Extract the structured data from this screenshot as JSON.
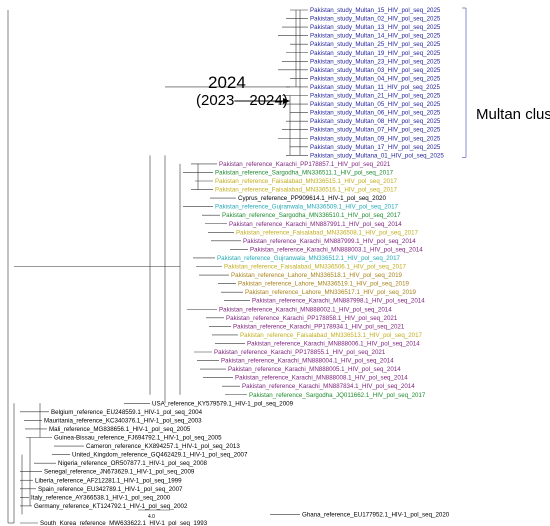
{
  "annotations": {
    "year": "2024",
    "range": "(2023—2024)",
    "cluster": "Multan cluster"
  },
  "scale_bar": {
    "label": "4.0"
  },
  "colors": {
    "multan": "#1f1f9a",
    "karachi": "#7a1f7a",
    "sargodha": "#1e8a2e",
    "faisalabad": "#c2ad1e",
    "gujranwala": "#22a8b8",
    "lahore": "#a8821a",
    "reference": "#000000"
  },
  "taxa": [
    {
      "label": "Pakistan_study_Multan_15_HIV_pol_seq_2025",
      "group": "multan"
    },
    {
      "label": "Pakistan_study_Multan_02_HIV_pol_seq_2025",
      "group": "multan"
    },
    {
      "label": "Pakistan_study_Multan_13_HIV_pol_seq_2025",
      "group": "multan"
    },
    {
      "label": "Pakistan_study_Multan_14_HIV_pol_seq_2025",
      "group": "multan"
    },
    {
      "label": "Pakistan_study_Multan_25_HIV_pol_seq_2025",
      "group": "multan"
    },
    {
      "label": "Pakistan_study_Multan_19_HIV_pol_seq_2025",
      "group": "multan"
    },
    {
      "label": "Pakistan_study_Multan_23_HIV_pol_seq_2025",
      "group": "multan"
    },
    {
      "label": "Pakistan_study_Multan_03_HIV_pol_seq_2025",
      "group": "multan"
    },
    {
      "label": "Pakistan_study_Multan_04_HIV_pol_seq_2025",
      "group": "multan"
    },
    {
      "label": "Pakistan_study_Multan_11_HIV_pol_seq_2025",
      "group": "multan"
    },
    {
      "label": "Pakistan_study_Multan_21_HIV_pol_seq_2025",
      "group": "multan"
    },
    {
      "label": "Pakistan_study_Multan_05_HIV_pol_seq_2025",
      "group": "multan"
    },
    {
      "label": "Pakistan_study_Multan_06_HIV_pol_seq_2025",
      "group": "multan"
    },
    {
      "label": "Pakistan_study_Multan_08_HIV_pol_seq_2025",
      "group": "multan"
    },
    {
      "label": "Pakistan_study_Multan_07_HIV_pol_seq_2025",
      "group": "multan"
    },
    {
      "label": "Pakistan_study_Multan_09_HIV_pol_seq_2025",
      "group": "multan"
    },
    {
      "label": "Pakistan_study_Multan_17_HIV_pol_seq_2025",
      "group": "multan"
    },
    {
      "label": "Pakistan_study_Multana_01_HIV_pol_seq_2025",
      "group": "multan"
    },
    {
      "label": "Pakistan_reference_Karachi_PP178857.1_HIV_pol_seq_2021",
      "group": "karachi"
    },
    {
      "label": "Pakistan_reference_Sargodha_MN336511.1_HIV_pol_seq_2017",
      "group": "sargodha"
    },
    {
      "label": "Pakistan_reference_Faisalabad_MN336515.1_HIV_pol_seq_2017",
      "group": "faisalabad"
    },
    {
      "label": "Pakistan_reference_Faisalabad_MN336516.1_HIV_pol_seq_2017",
      "group": "faisalabad"
    },
    {
      "label": "Cyprus_reference_PP909614.1_HIV-1_pol_seq_2020",
      "group": "reference"
    },
    {
      "label": "Pakistan_reference_Gujranwala_MN336509.1_HIV_pol_seq_2017",
      "group": "gujranwala"
    },
    {
      "label": "Pakistan_reference_Sargodha_MN336510.1_HIV_pol_seq_2017",
      "group": "sargodha"
    },
    {
      "label": "Pakistan_reference_Karachi_MN887991.1_HIV_pol_seq_2014",
      "group": "karachi"
    },
    {
      "label": "Pakistan_reference_Faisalabad_MN336508.1_HIV_pol_seq_2017",
      "group": "faisalabad"
    },
    {
      "label": "Pakistan_reference_Karachi_MN887999.1_HIV_pol_seq_2014",
      "group": "karachi"
    },
    {
      "label": "Pakistan_reference_Karachi_MN888003.1_HIV_pol_seq_2014",
      "group": "karachi"
    },
    {
      "label": "Pakistan_reference_Gujranwala_MN336512.1_HIV_pol_seq_2017",
      "group": "gujranwala"
    },
    {
      "label": "Pakistan_reference_Faisalabad_MN336506.1_HIV_pol_seq_2017",
      "group": "faisalabad"
    },
    {
      "label": "Pakistan_reference_Lahore_MN336518.1_HIV_pol_seq_2019",
      "group": "lahore"
    },
    {
      "label": "Pakistan_reference_Lahore_MN336519.1_HIV_pol_seq_2019",
      "group": "lahore"
    },
    {
      "label": "Pakistan_reference_Lahore_MN336517.1_HIV_pol_seq_2019",
      "group": "lahore"
    },
    {
      "label": "Pakistan_reference_Karachi_MN887998.1_HIV_pol_seq_2014",
      "group": "karachi"
    },
    {
      "label": "Pakistan_reference_Karachi_MN888002.1_HIV_pol_seq_2014",
      "group": "karachi"
    },
    {
      "label": "Pakistan_reference_Karachi_PP178858.1_HIV_pol_seq_2021",
      "group": "karachi"
    },
    {
      "label": "Pakistan_reference_Karachi_PP178934.1_HIV_pol_seq_2021",
      "group": "karachi"
    },
    {
      "label": "Pakistan_reference_Faisalabad_MN336513.1_HIV_pol_seq_2017",
      "group": "faisalabad"
    },
    {
      "label": "Pakistan_reference_Karachi_MN888006.1_HIV_pol_seq_2014",
      "group": "karachi"
    },
    {
      "label": "Pakistan_reference_Karachi_PP178855.1_HIV_pol_seq_2021",
      "group": "karachi"
    },
    {
      "label": "Pakistan_reference_Karachi_MN888004.1_HIV_pol_seq_2014",
      "group": "karachi"
    },
    {
      "label": "Pakistan_reference_Karachi_MN888005.1_HIV_pol_seq_2014",
      "group": "karachi"
    },
    {
      "label": "Pakistan_reference_Karachi_MN888008.1_HIV_pol_seq_2014",
      "group": "karachi"
    },
    {
      "label": "Pakistan_reference_Karachi_MN887834.1_HIV_pol_seq_2014",
      "group": "karachi"
    },
    {
      "label": "Pakistan_reference_Sargodha_JQ011662.1_HIV_pol_seq_2017",
      "group": "sargodha"
    },
    {
      "label": "USA_reference_KY579579.1_HIV-1_pol_seq_2009",
      "group": "reference"
    },
    {
      "label": "Belgium_reference_EU248559.1_HIV-1_pol_seq_2004",
      "group": "reference"
    },
    {
      "label": "Mauritania_reference_KC340376.1_HIV-1_pol_seq_2003",
      "group": "reference"
    },
    {
      "label": "Mali_reference_MG838656.1_HIV-1_pol_seq_2005",
      "group": "reference"
    },
    {
      "label": "Guinea-Bissau_reference_FJ694792.1_HIV-1_pol_seq_2005",
      "group": "reference"
    },
    {
      "label": "Cameron_reference_KX894257.1_HIV-1_pol_seq_2013",
      "group": "reference"
    },
    {
      "label": "United_Kingdom_reference_GQ462429.1_HIV-1_pol_seq_2007",
      "group": "reference"
    },
    {
      "label": "Nigeria_reference_OR507877.1_HIV-1_pol_seq_2008",
      "group": "reference"
    },
    {
      "label": "Senegal_reference_JN673629.1_HIV-1_pol_seq_2009",
      "group": "reference"
    },
    {
      "label": "Liberia_reference_AF212281.1_HIV-1_pol_seq_1999",
      "group": "reference"
    },
    {
      "label": "Spain_reference_EU342789.1_HIV-1_pol_seq_2007",
      "group": "reference"
    },
    {
      "label": "Italy_reference_AY366538.1_HIV-1_pol_seq_2000",
      "group": "reference"
    },
    {
      "label": "Germany_reference_KT124792.1_HIV-1_pol_seq_2002",
      "group": "reference"
    },
    {
      "label": "Ghana_reference_EU177952.1_HIV-1_pol_seq_2020",
      "group": "reference"
    },
    {
      "label": "South_Korea_reference_MW633622.1_HIV-1_pol_seq_1993",
      "group": "reference"
    }
  ]
}
